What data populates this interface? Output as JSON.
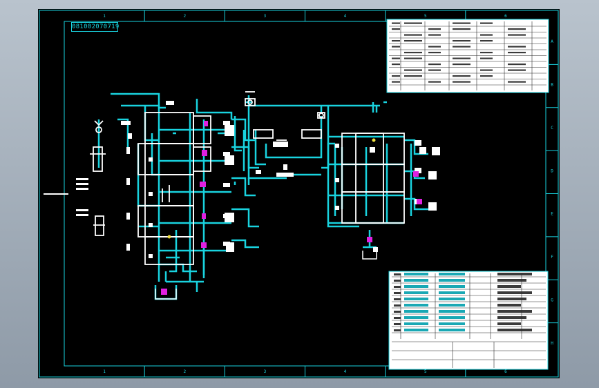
{
  "drawing_number": "081002070719",
  "frame": {
    "top_marks": [
      "1",
      "2",
      "3",
      "4",
      "5",
      "6"
    ],
    "bottom_marks": [
      "1",
      "2",
      "3",
      "4",
      "5",
      "6"
    ],
    "side_marks": [
      "A",
      "B",
      "C",
      "D",
      "E",
      "F",
      "G",
      "H"
    ]
  },
  "colors": {
    "background": "#000000",
    "pipe": "#19d3df",
    "frame": "#19d3df",
    "component": "#ffffff",
    "accent": "#e020e0",
    "marker": "#f0e040",
    "table_bg": "#ffffff",
    "table_text": "#2a2a2a"
  }
}
